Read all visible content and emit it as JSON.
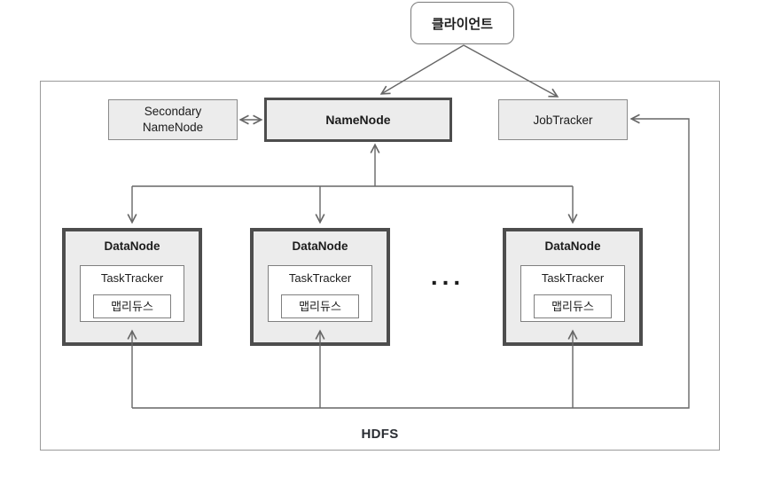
{
  "diagram": {
    "client": {
      "label": "클라이언트"
    },
    "secondary_namenode": {
      "line1": "Secondary",
      "line2": "NameNode"
    },
    "namenode": {
      "label": "NameNode"
    },
    "jobtracker": {
      "label": "JobTracker"
    },
    "datanodes": [
      {
        "label": "DataNode",
        "tasktracker_label": "TaskTracker",
        "mapreduce_label": "맵리듀스"
      },
      {
        "label": "DataNode",
        "tasktracker_label": "TaskTracker",
        "mapreduce_label": "맵리듀스"
      },
      {
        "label": "DataNode",
        "tasktracker_label": "TaskTracker",
        "mapreduce_label": "맵리듀스"
      }
    ],
    "ellipsis": "...",
    "hdfs": {
      "label": "HDFS"
    },
    "colors": {
      "node_fill": "#ececec",
      "thin_border": "#8a8a8a",
      "thick_border": "#4d4d4d",
      "wire": "#666666",
      "text": "#1c1c1c"
    },
    "edges": [
      {
        "from": "client",
        "to": "namenode",
        "type": "arrow"
      },
      {
        "from": "client",
        "to": "jobtracker",
        "type": "arrow"
      },
      {
        "from": "secondary-namenode",
        "to": "namenode",
        "type": "double-arrow"
      },
      {
        "from": "datanode-bus",
        "to": "namenode",
        "type": "arrow"
      },
      {
        "from": "namenode-bus",
        "to": "datanode-1",
        "type": "arrow"
      },
      {
        "from": "namenode-bus",
        "to": "datanode-2",
        "type": "arrow"
      },
      {
        "from": "namenode-bus",
        "to": "datanode-3",
        "type": "arrow"
      },
      {
        "from": "bottom-bus",
        "to": "datanode-1-tasktracker",
        "type": "arrow"
      },
      {
        "from": "bottom-bus",
        "to": "datanode-2-tasktracker",
        "type": "arrow"
      },
      {
        "from": "bottom-bus",
        "to": "datanode-3-tasktracker",
        "type": "arrow"
      },
      {
        "from": "bottom-bus",
        "to": "jobtracker",
        "type": "arrow"
      }
    ]
  }
}
